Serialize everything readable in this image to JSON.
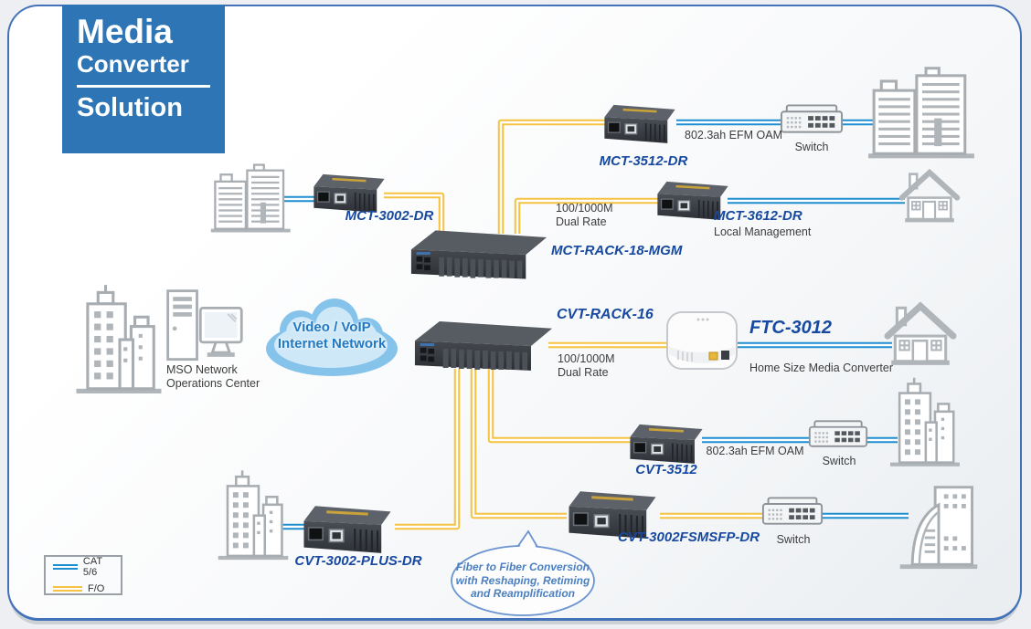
{
  "title": {
    "line1": "Media",
    "line2": "Converter",
    "line3": "Solution"
  },
  "cloud": {
    "line1": "Video / VoIP",
    "line2": "Internet Network"
  },
  "bubble": {
    "line1": "Fiber to Fiber Conversion",
    "line2": "with Reshaping, Retiming",
    "line3": "and Reamplification"
  },
  "devices": {
    "mct3512": {
      "label": "MCT-3512-DR"
    },
    "mct3002": {
      "label": "MCT-3002-DR"
    },
    "mct3612": {
      "label": "MCT-3612-DR",
      "sub": "Local Management"
    },
    "mctrack18": {
      "label": "MCT-RACK-18-MGM"
    },
    "cvtrack16": {
      "label": "CVT-RACK-16"
    },
    "ftc3012": {
      "label": "FTC-3012",
      "sub": "Home Size Media Converter"
    },
    "cvt3512": {
      "label": "CVT-3512"
    },
    "cvt3002fsmsfp": {
      "label": "CVT-3002FSMSFP-DR"
    },
    "cvt3002plus": {
      "label": "CVT-3002-PLUS-DR"
    }
  },
  "annotations": {
    "efm_top": "802.3ah EFM OAM",
    "efm_mid": "802.3ah EFM OAM",
    "dual_top": {
      "l1": "100/1000M",
      "l2": "Dual Rate"
    },
    "dual_mid": {
      "l1": "100/1000M",
      "l2": "Dual Rate"
    },
    "switch_top": "Switch",
    "switch_mid": "Switch",
    "switch_bottom": "Switch",
    "mso": {
      "l1": "MSO Network",
      "l2": "Operations Center"
    }
  },
  "legend": {
    "cat": "CAT 5/6",
    "fo": "F/O"
  },
  "colors": {
    "cat_line": "#1d8fd0",
    "fo_line": "#f5c242",
    "label_blue": "#16499f",
    "title_bg": "#2e75b6"
  }
}
